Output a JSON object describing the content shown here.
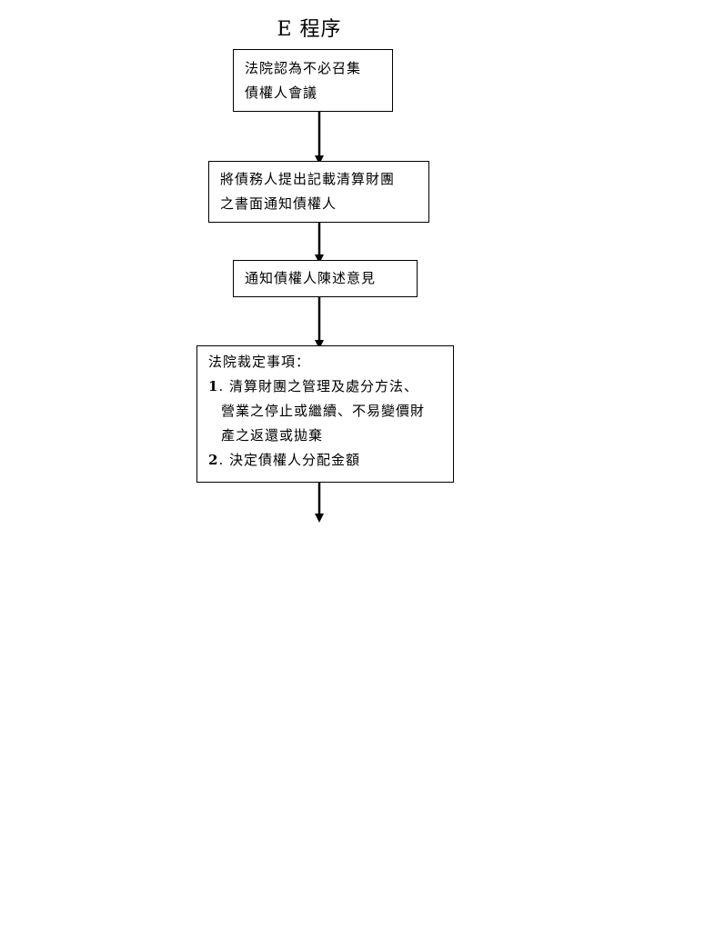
{
  "title": "E 程序",
  "nodes": {
    "n1": {
      "lines": [
        "法院認為不必召集",
        "債權人會議"
      ]
    },
    "n2": {
      "lines": [
        "將債務人提出記載清算財團",
        "之書面通知債權人"
      ]
    },
    "n3": {
      "lines": [
        "通知債權人陳述意見"
      ]
    },
    "n4": {
      "heading": "法院裁定事項：",
      "items": [
        {
          "number": "1",
          "lines": [
            "清算財團之管理及處分方法、",
            "營業之停止或繼續、不易變價財",
            "產之返還或拋棄"
          ]
        },
        {
          "number": "2",
          "lines": [
            "決定債權人分配金額"
          ]
        }
      ]
    }
  },
  "edges": [
    {
      "from": "n1",
      "to": "n2"
    },
    {
      "from": "n2",
      "to": "n3"
    },
    {
      "from": "n3",
      "to": "n4"
    },
    {
      "from": "n4",
      "to": ""
    }
  ],
  "colors": {
    "stroke": "#000000",
    "background": "#ffffff"
  }
}
